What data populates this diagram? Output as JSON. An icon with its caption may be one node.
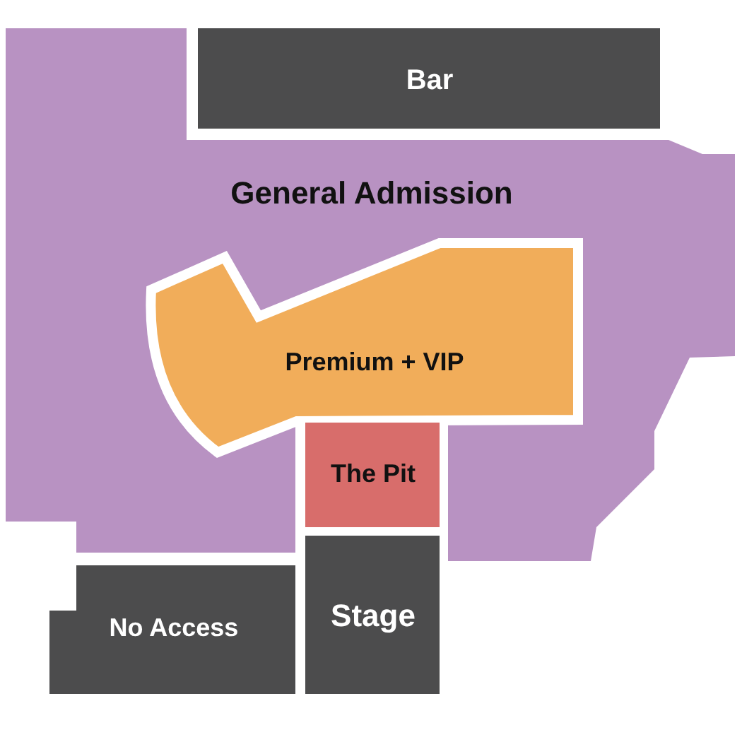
{
  "diagram": {
    "nodes": [
      {
        "text": [
          "Bar"
        ]
      },
      {
        "text": [
          "General Admission"
        ]
      },
      {
        "text": [
          "Premium + VIP"
        ],
        "in": 1
      },
      {
        "text": [
          "The Pit"
        ]
      },
      {
        "text": [
          "No Access"
        ]
      },
      {
        "text": [
          "Stage"
        ]
      }
    ]
  }
}
